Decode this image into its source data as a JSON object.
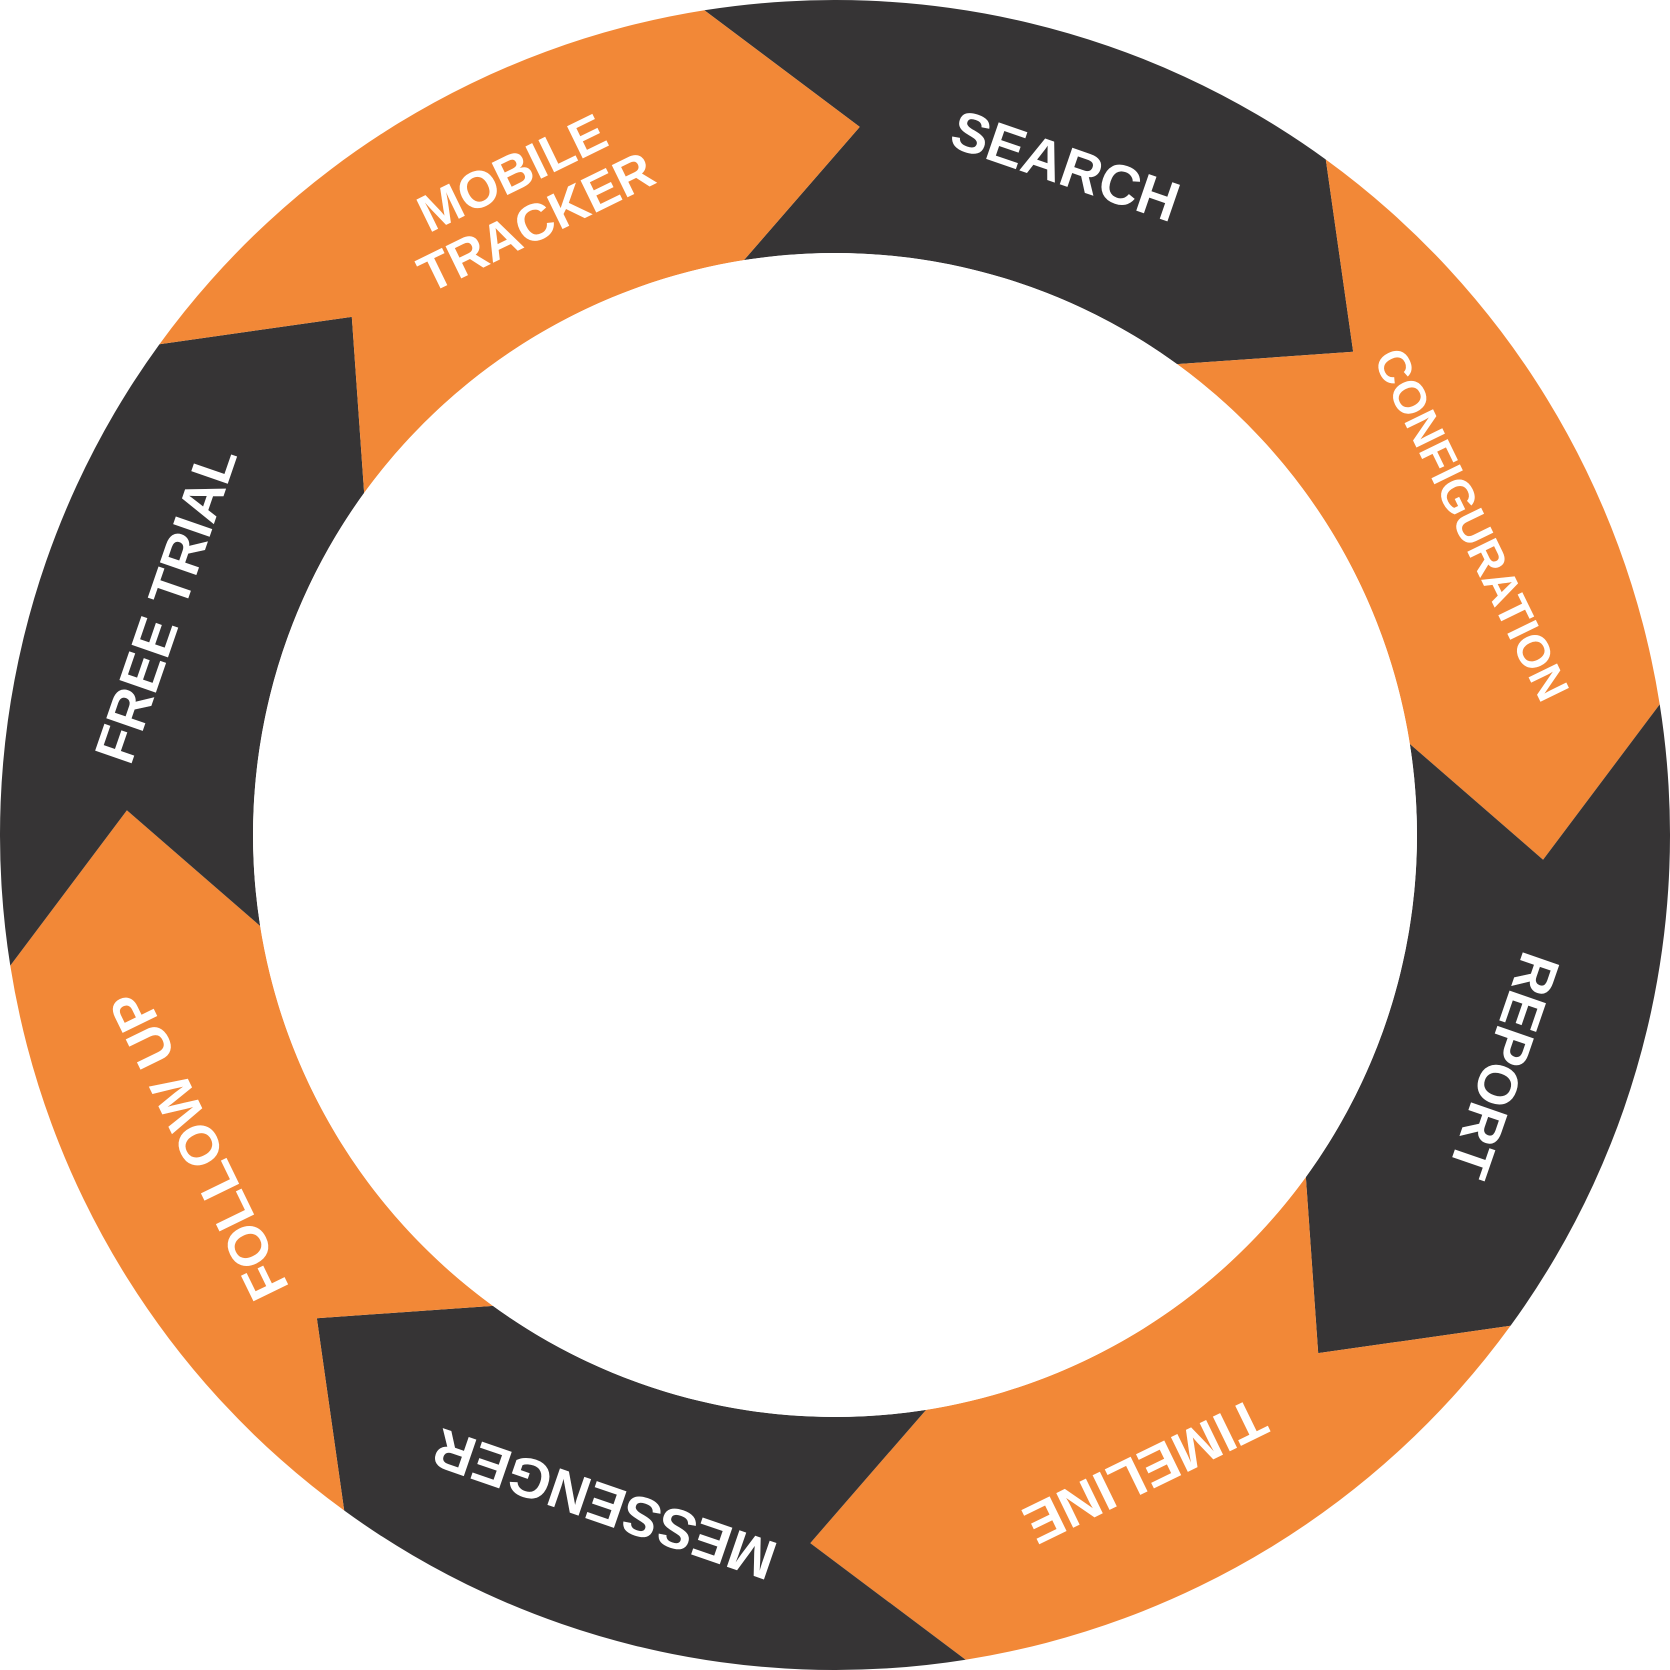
{
  "diagram": {
    "type": "cycle-ring",
    "colors": {
      "orange": "#F28837",
      "dark": "#363435",
      "label": "#ffffff",
      "background": "#ffffff"
    },
    "segments": [
      {
        "id": "search",
        "lines": [
          "SEARCH"
        ],
        "color": "dark"
      },
      {
        "id": "configuration",
        "lines": [
          "CONFIGURATION"
        ],
        "color": "orange"
      },
      {
        "id": "report",
        "lines": [
          "REPORT"
        ],
        "color": "dark"
      },
      {
        "id": "timeline",
        "lines": [
          "TIMELINE"
        ],
        "color": "orange"
      },
      {
        "id": "messenger",
        "lines": [
          "MESSENGER"
        ],
        "color": "dark"
      },
      {
        "id": "follow-up",
        "lines": [
          "FOLLOW UP"
        ],
        "color": "orange"
      },
      {
        "id": "free-trial",
        "lines": [
          "FREE TRIAL"
        ],
        "color": "dark"
      },
      {
        "id": "mobile-tracker",
        "lines": [
          "MOBILE",
          "TRACKER"
        ],
        "color": "orange"
      }
    ]
  }
}
